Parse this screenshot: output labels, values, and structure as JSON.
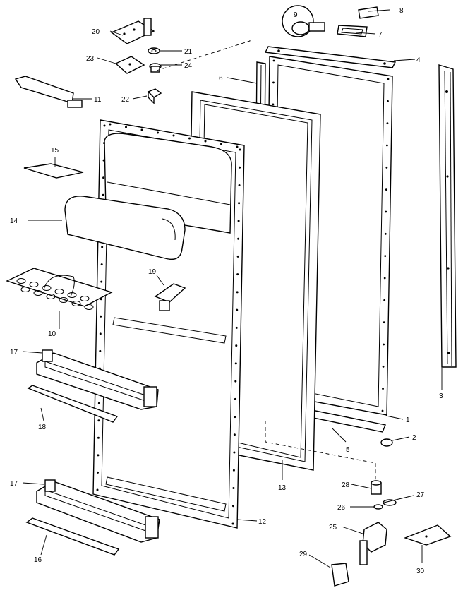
{
  "diagram": {
    "callouts": {
      "p1": "1",
      "p2": "2",
      "p3": "3",
      "p4": "4",
      "p5": "5",
      "p6": "6",
      "p7": "7",
      "p8": "8",
      "p9": "9",
      "p10": "10",
      "p11": "11",
      "p12": "12",
      "p13": "13",
      "p14": "14",
      "p15": "15",
      "p16": "16",
      "p17a": "17",
      "p17b": "17",
      "p18": "18",
      "p19": "19",
      "p20": "20",
      "p21": "21",
      "p22": "22",
      "p23": "23",
      "p24": "24",
      "p25": "25",
      "p26": "26",
      "p27": "27",
      "p28": "28",
      "p29": "29",
      "p30": "30"
    }
  }
}
